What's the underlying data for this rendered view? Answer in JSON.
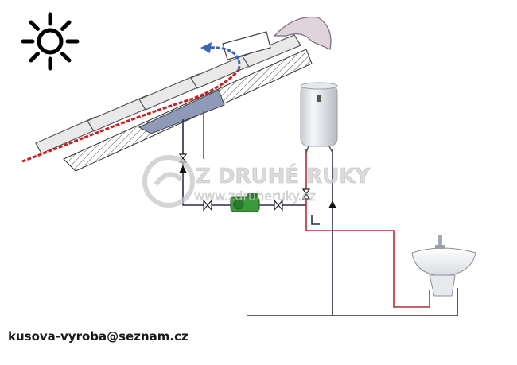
{
  "watermark": {
    "title": "Z DRUHÉ RUKY",
    "url": "www.zdruheruky.cz"
  },
  "contact": {
    "email": "kusova-vyroba@seznam.cz"
  },
  "colors": {
    "hot_line": "#b03030",
    "cold_line": "#2a2a50",
    "solar_red": "#cc2020",
    "solar_blue": "#3c63b8",
    "pump_green": "#3a9a3a",
    "watermark": "#c8c8c8"
  },
  "icons": [
    "sun-icon",
    "water-heater-icon",
    "pump-icon",
    "washbasin-icon",
    "valve-icon",
    "check-valve-icon"
  ]
}
